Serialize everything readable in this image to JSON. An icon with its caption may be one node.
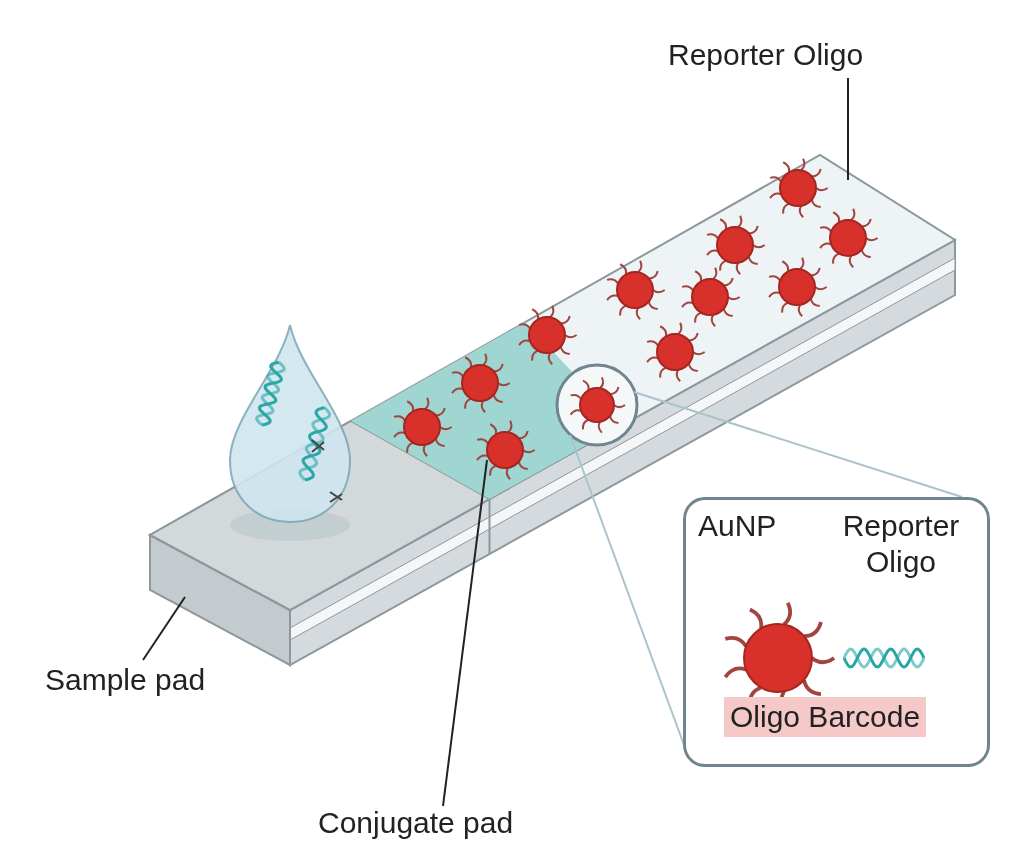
{
  "diagram": {
    "nodes": [
      {
        "text": [
          "Reporter Oligo"
        ]
      },
      {
        "text": [
          "Sample pad"
        ]
      },
      {
        "text": [
          "Conjugate pad"
        ]
      },
      {
        "text": [],
        "shape": "circle"
      },
      {
        "text": [
          "AuNP",
          "Reporter Oligo",
          "Oligo Barcode"
        ]
      }
    ],
    "edges": [
      {
        "from": 0,
        "to": null,
        "arrow": "none"
      },
      {
        "from": 1,
        "to": null,
        "arrow": "none"
      },
      {
        "from": 2,
        "to": null,
        "arrow": "none"
      },
      {
        "from": 3,
        "to": 4,
        "arrow": "none",
        "color": "#a9c4cc"
      }
    ]
  }
}
